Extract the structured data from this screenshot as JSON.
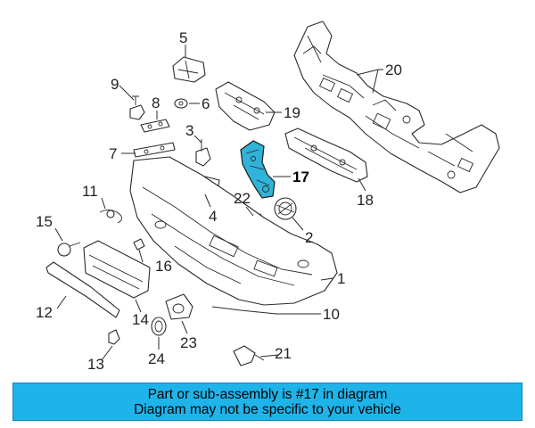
{
  "diagram": {
    "highlight_color": "#2fb3d8",
    "callouts": {
      "c1": "1",
      "c2": "2",
      "c3": "3",
      "c4": "4",
      "c5": "5",
      "c6": "6",
      "c7": "7",
      "c8": "8",
      "c9": "9",
      "c10": "10",
      "c11": "11",
      "c12": "12",
      "c13": "13",
      "c14": "14",
      "c15": "15",
      "c16": "16",
      "c17": "17",
      "c18": "18",
      "c19": "19",
      "c20": "20",
      "c21": "21",
      "c22": "22",
      "c23": "23",
      "c24": "24"
    }
  },
  "banner": {
    "line1": "Part or sub-assembly is #17 in diagram",
    "line2": "Diagram may not be specific to your vehicle",
    "background": "#1eb4ea"
  }
}
